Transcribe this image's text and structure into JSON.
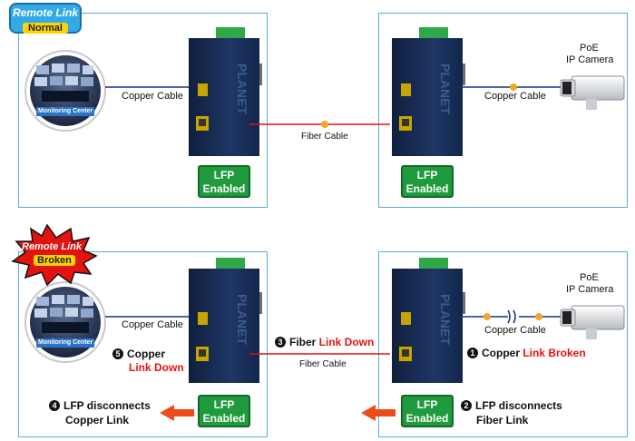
{
  "top": {
    "badge_line1": "Remote Link",
    "badge_line2": "Normal",
    "copper_left": "Copper Cable",
    "fiber": "Fiber Cable",
    "copper_right": "Copper Cable",
    "camera_line1": "PoE",
    "camera_line2": "IP Camera",
    "monitoring": "Monitoring Center",
    "lfp_left_1": "LFP",
    "lfp_left_2": "Enabled",
    "lfp_right_1": "LFP",
    "lfp_right_2": "Enabled"
  },
  "bottom": {
    "badge_line1": "Remote Link",
    "badge_line2": "Broken",
    "copper_left": "Copper Cable",
    "fiber": "Fiber Cable",
    "copper_right": "Copper Cable",
    "camera_line1": "PoE",
    "camera_line2": "IP Camera",
    "monitoring": "Monitoring Center",
    "lfp_left_1": "LFP",
    "lfp_left_2": "Enabled",
    "lfp_right_1": "LFP",
    "lfp_right_2": "Enabled",
    "step1_num": "1",
    "step1_a": "Copper ",
    "step1_b": "Link Broken",
    "step2_num": "2",
    "step2_a": "LFP disconnects",
    "step2_b": "Fiber Link",
    "step3_num": "3",
    "step3_a": "Fiber ",
    "step3_b": "Link Down",
    "step4_num": "4",
    "step4_a": "LFP disconnects",
    "step4_b": "Copper Link",
    "step5_num": "5",
    "step5_a": "Copper",
    "step5_b": "Link Down"
  },
  "brand": "PLANET",
  "colors": {
    "fiber": "#e3130f",
    "copper": "#1a2d8c",
    "lfp": "#1f9a3c",
    "panel_border": "#5aaed8",
    "device": "#16294d",
    "alert": "#e3130f"
  }
}
